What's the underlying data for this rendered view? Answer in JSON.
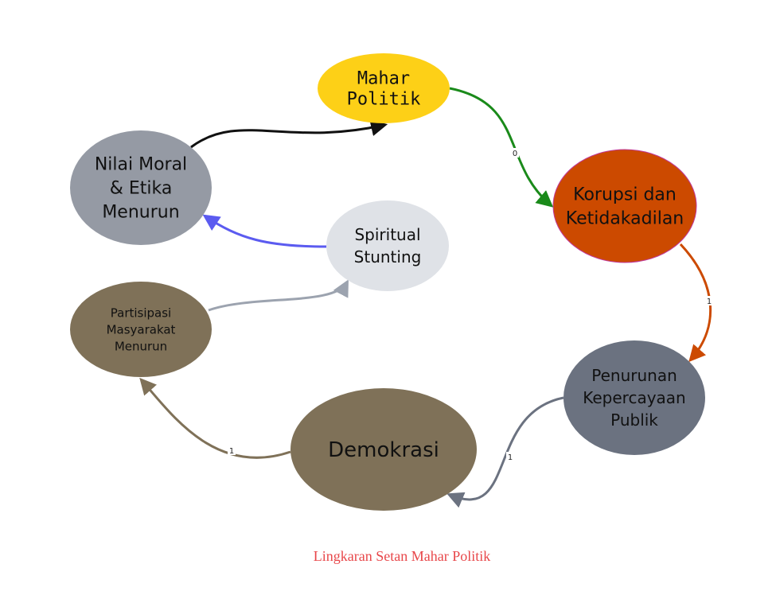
{
  "diagram": {
    "caption": "Lingkaran Setan Mahar Politik",
    "nodes": [
      {
        "id": "mahar",
        "lines": [
          "Mahar",
          "Politik"
        ],
        "color": "#fdd017"
      },
      {
        "id": "korupsi",
        "lines": [
          "Korupsi dan",
          "Ketidakadilan"
        ],
        "color": "#cc4a00"
      },
      {
        "id": "penurunan",
        "lines": [
          "Penurunan",
          "Kepercayaan",
          "Publik"
        ],
        "color": "#6b7280"
      },
      {
        "id": "demokrasi",
        "lines": [
          "Demokrasi"
        ],
        "color": "#7f7158"
      },
      {
        "id": "partisipasi",
        "lines": [
          "Partisipasi",
          "Masyarakat",
          "Menurun"
        ],
        "color": "#7f7158"
      },
      {
        "id": "spiritual",
        "lines": [
          "Spiritual",
          "Stunting"
        ],
        "color": "#dfe2e7"
      },
      {
        "id": "nilai",
        "lines": [
          "Nilai Moral",
          "& Etika",
          "Menurun"
        ],
        "color": "#959aa4"
      }
    ],
    "edges": [
      {
        "id": "mahar-korupsi",
        "from": "mahar",
        "to": "korupsi",
        "label": "0",
        "color": "#1a8a1a"
      },
      {
        "id": "korupsi-penurunan",
        "from": "korupsi",
        "to": "penurunan",
        "label": "1",
        "color": "#cc4a00"
      },
      {
        "id": "penurunan-demokrasi",
        "from": "penurunan",
        "to": "demokrasi",
        "label": "1",
        "color": "#6b7280"
      },
      {
        "id": "demokrasi-partisipasi",
        "from": "demokrasi",
        "to": "partisipasi",
        "label": "1",
        "color": "#7f7158"
      },
      {
        "id": "partisipasi-spiritual",
        "from": "partisipasi",
        "to": "spiritual",
        "label": "",
        "color": "#9ca3af"
      },
      {
        "id": "spiritual-nilai",
        "from": "spiritual",
        "to": "nilai",
        "label": "",
        "color": "#5b5bf0"
      },
      {
        "id": "nilai-mahar",
        "from": "nilai",
        "to": "mahar",
        "label": "",
        "color": "#111111"
      }
    ]
  }
}
